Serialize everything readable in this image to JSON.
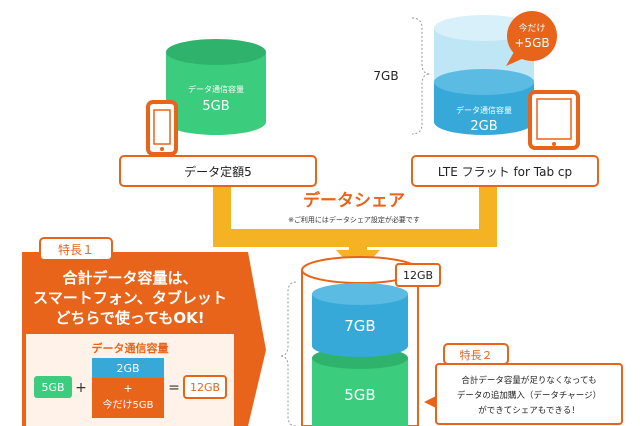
{
  "colors": {
    "orange": "#e8641b",
    "orange_light": "#f39b2b",
    "yellow": "#f5b324",
    "green": "#3ccc7e",
    "green_dark": "#2fb36c",
    "blue": "#36a9d9",
    "blue_light": "#bfe6f5",
    "box_bg": "#fff3e9"
  },
  "top_left": {
    "cylinder_title": "データ通信容量",
    "cylinder_value": "5GB",
    "plan_label": "データ定額5"
  },
  "top_right": {
    "size_label": "7GB",
    "bubble_line1": "今だけ",
    "bubble_line2": "+5GB",
    "cylinder_title": "データ通信容量",
    "cylinder_value": "2GB",
    "plan_label": "LTE フラット for Tab cp"
  },
  "share": {
    "title": "データシェア",
    "note": "※ご利用にはデータシェア設定が必要です"
  },
  "feature1": {
    "tag": "特長１",
    "heading_line1": "合計データ容量は、",
    "heading_line2": "スマートフォン、タブレット",
    "heading_line3": "どちらで使ってもOK!",
    "box_title": "データ通信容量",
    "eq_a": "5GB",
    "plus": "+",
    "eq_b": "2GB",
    "eq_plus2": "+",
    "eq_c": "今だけ5GB",
    "equals": "=",
    "eq_result": "12GB"
  },
  "result_cylinder": {
    "total_label": "12GB",
    "top_value": "7GB",
    "bottom_value": "5GB"
  },
  "feature2": {
    "tag": "特長２",
    "line1": "合計データ容量が足りなくなっても",
    "line2": "データの追加購入（データチャージ）",
    "line3": "ができてシェアもできる！"
  }
}
